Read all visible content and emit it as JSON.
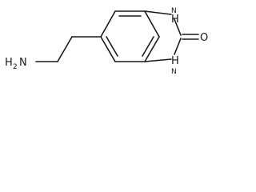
{
  "molecule": {
    "atoms": {
      "nh_top": {
        "label": "H",
        "sub": "N"
      },
      "nh_bottom": {
        "label": "H",
        "sub": "N"
      },
      "oxygen": {
        "label": "O"
      },
      "amine": {
        "label": "H",
        "sub": "2",
        "tail": "N"
      }
    }
  }
}
